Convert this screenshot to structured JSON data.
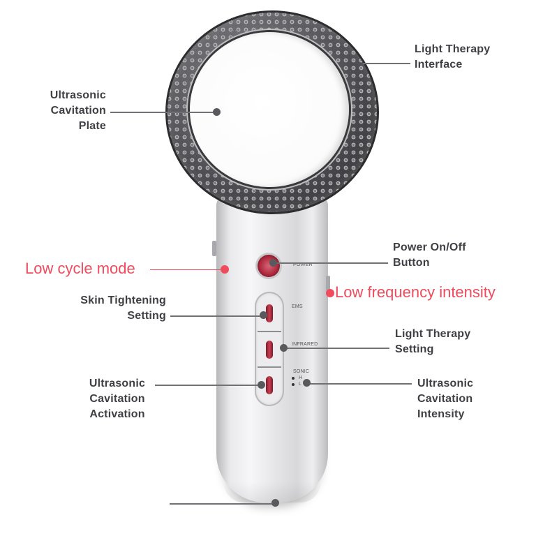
{
  "diagram": {
    "subject": "Ultrasonic cavitation body-sculpting device",
    "device_markings": {
      "power": "POWER",
      "ems": "EMS",
      "infrared": "INFRARED",
      "sonic": "SONIC",
      "sonic_high": "H",
      "sonic_low": "L"
    },
    "callouts": [
      {
        "id": "ultrasonic-cavitation-plate",
        "lines": [
          "Ultrasonic",
          "Cavitation",
          "Plate"
        ],
        "side": "left",
        "color": "#3f3f44"
      },
      {
        "id": "light-therapy-interface",
        "lines": [
          "Light Therapy",
          "Interface"
        ],
        "side": "right",
        "color": "#3f3f44"
      },
      {
        "id": "low-cycle-mode",
        "lines": [
          "Low cycle mode"
        ],
        "side": "left",
        "color": "#ef4b5d"
      },
      {
        "id": "power-on-off-button",
        "lines": [
          "Power On/Off",
          "Button"
        ],
        "side": "right",
        "color": "#3f3f44"
      },
      {
        "id": "low-frequency-intensity",
        "lines": [
          "Low frequency intensity"
        ],
        "side": "right",
        "color": "#ef4b5d"
      },
      {
        "id": "skin-tightening-setting",
        "lines": [
          "Skin Tightening",
          "Setting"
        ],
        "side": "left",
        "color": "#3f3f44"
      },
      {
        "id": "light-therapy-setting",
        "lines": [
          "Light Therapy",
          "Setting"
        ],
        "side": "right",
        "color": "#3f3f44"
      },
      {
        "id": "ultrasonic-cavitation-activation",
        "lines": [
          "Ultrasonic",
          "Cavitation",
          "Activation"
        ],
        "side": "left",
        "color": "#3f3f44"
      },
      {
        "id": "ultrasonic-cavitation-intensity",
        "lines": [
          "Ultrasonic",
          "Cavitation",
          "Intensity"
        ],
        "side": "right",
        "color": "#3f3f44"
      }
    ],
    "colors": {
      "label_text": "#3f3f44",
      "accent_red": "#ef4b5d",
      "leader_line": "#707075",
      "button_red": "#b02a3e"
    }
  }
}
